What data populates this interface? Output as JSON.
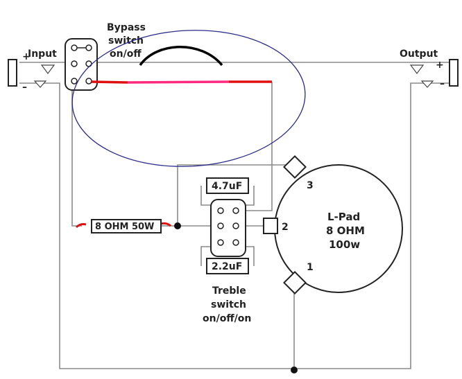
{
  "labels": {
    "input": "Input",
    "output": "Output",
    "bypass_line1": "Bypass",
    "bypass_line2": "switch",
    "bypass_line3": "on/off",
    "cap_top": "4.7uF",
    "cap_bottom": "2.2uF",
    "resistor": "8 OHM 50W",
    "lpad_line1": "L-Pad",
    "lpad_line2": "8 OHM",
    "lpad_line3": "100w",
    "treble_line1": "Treble",
    "treble_line2": "switch",
    "treble_line3": "on/off/on",
    "pin3": "3",
    "pin2": "2",
    "pin1": "1",
    "plus": "+",
    "minus": "–"
  },
  "colors": {
    "wire": "#8a8a8a",
    "outline": "#222222",
    "red_wire": "#e01010",
    "pink_wire": "#ff2a7f",
    "black_jumper": "#000000",
    "annotation_ellipse": "#2a2a8a"
  }
}
